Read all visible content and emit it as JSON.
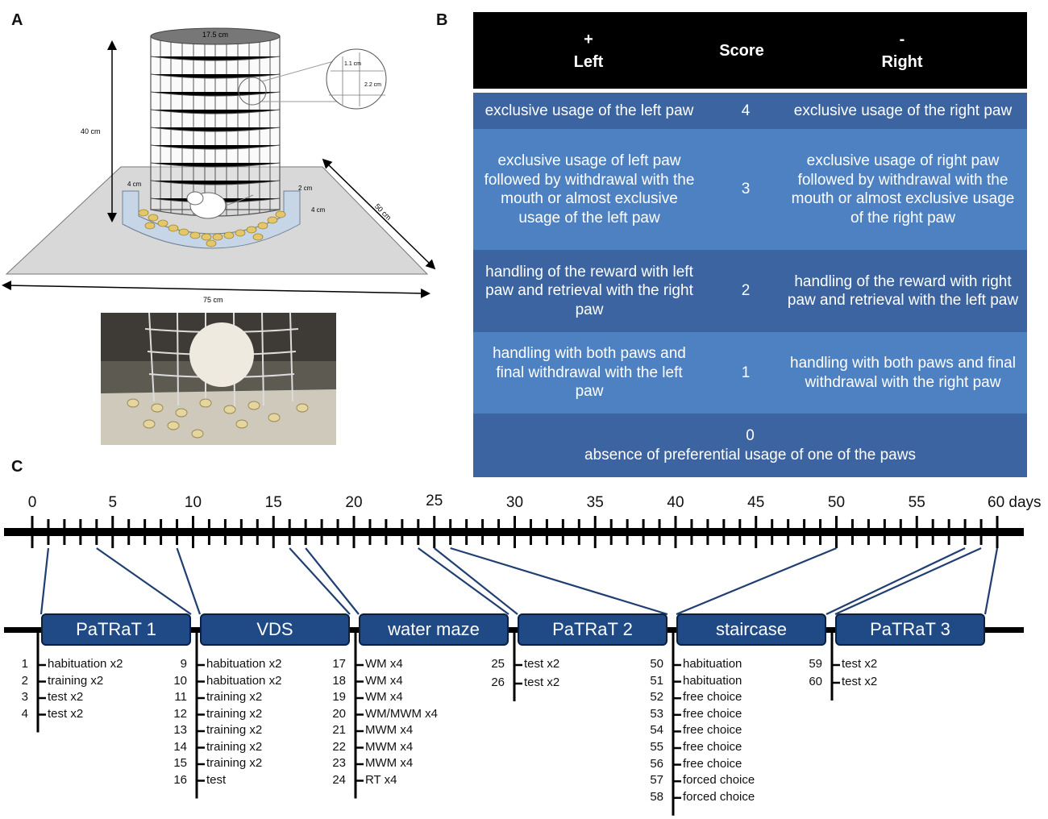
{
  "panels": {
    "a": "A",
    "b": "B",
    "c": "C"
  },
  "apparatus": {
    "diameter": "17.5 cm",
    "height": "40 cm",
    "mesh_w": "1.1 cm",
    "mesh_h": "2.2 cm",
    "tray_left": "4 cm",
    "tray_right_w": "2 cm",
    "tray_right_h": "4 cm",
    "base_depth": "50 cm",
    "base_width": "75 cm"
  },
  "score_table": {
    "header": {
      "left_sign": "+",
      "left": "Left",
      "score": "Score",
      "right_sign": "-",
      "right": "Right"
    },
    "rows": [
      {
        "left": "exclusive usage of the left paw",
        "score": "4",
        "right": "exclusive usage of the right paw"
      },
      {
        "left": "exclusive usage of left paw followed by withdrawal with the mouth or almost exclusive usage of the left paw",
        "score": "3",
        "right": "exclusive usage of right paw followed by withdrawal with the mouth or almost exclusive usage of the right paw"
      },
      {
        "left": "handling of the reward with left paw and retrieval with the right paw",
        "score": "2",
        "right": "handling of the reward with right paw and retrieval with the left paw"
      },
      {
        "left": "handling with both paws and final withdrawal with the left paw",
        "score": "1",
        "right": "handling with both paws and final withdrawal with the right paw"
      }
    ],
    "last": {
      "score": "0",
      "text": "absence of preferential usage of one of the paws"
    }
  },
  "timeline": {
    "ticks": [
      "0",
      "5",
      "10",
      "15",
      "20",
      "25",
      "30",
      "35",
      "40",
      "45",
      "50",
      "55"
    ],
    "last_tick": "60 days"
  },
  "phases": [
    {
      "name": "PaTRaT 1",
      "days": [
        [
          "1",
          "habituation x2"
        ],
        [
          "2",
          "training x2"
        ],
        [
          "3",
          "test x2"
        ],
        [
          "4",
          "test x2"
        ]
      ]
    },
    {
      "name": "VDS",
      "days": [
        [
          "9",
          "habituation x2"
        ],
        [
          "10",
          "habituation x2"
        ],
        [
          "11",
          "training x2"
        ],
        [
          "12",
          "training x2"
        ],
        [
          "13",
          "training x2"
        ],
        [
          "14",
          "training x2"
        ],
        [
          "15",
          "training x2"
        ],
        [
          "16",
          "test"
        ]
      ]
    },
    {
      "name": "water maze",
      "days": [
        [
          "17",
          "WM x4"
        ],
        [
          "18",
          "WM x4"
        ],
        [
          "19",
          "WM x4"
        ],
        [
          "20",
          "WM/MWM x4"
        ],
        [
          "21",
          "MWM x4"
        ],
        [
          "22",
          "MWM x4"
        ],
        [
          "23",
          "MWM x4"
        ],
        [
          "24",
          "RT x4"
        ]
      ]
    },
    {
      "name": "PaTRaT 2",
      "days": [
        [
          "25",
          "test x2"
        ],
        [
          "26",
          "test x2"
        ]
      ]
    },
    {
      "name": "staircase",
      "days": [
        [
          "50",
          "habituation"
        ],
        [
          "51",
          "habituation"
        ],
        [
          "52",
          "free choice"
        ],
        [
          "53",
          "free choice"
        ],
        [
          "54",
          "free choice"
        ],
        [
          "55",
          "free choice"
        ],
        [
          "56",
          "free choice"
        ],
        [
          "57",
          "forced choice"
        ],
        [
          "58",
          "forced choice"
        ]
      ]
    },
    {
      "name": "PaTRaT 3",
      "days": [
        [
          "59",
          "test x2"
        ],
        [
          "60",
          "test x2"
        ]
      ]
    }
  ]
}
